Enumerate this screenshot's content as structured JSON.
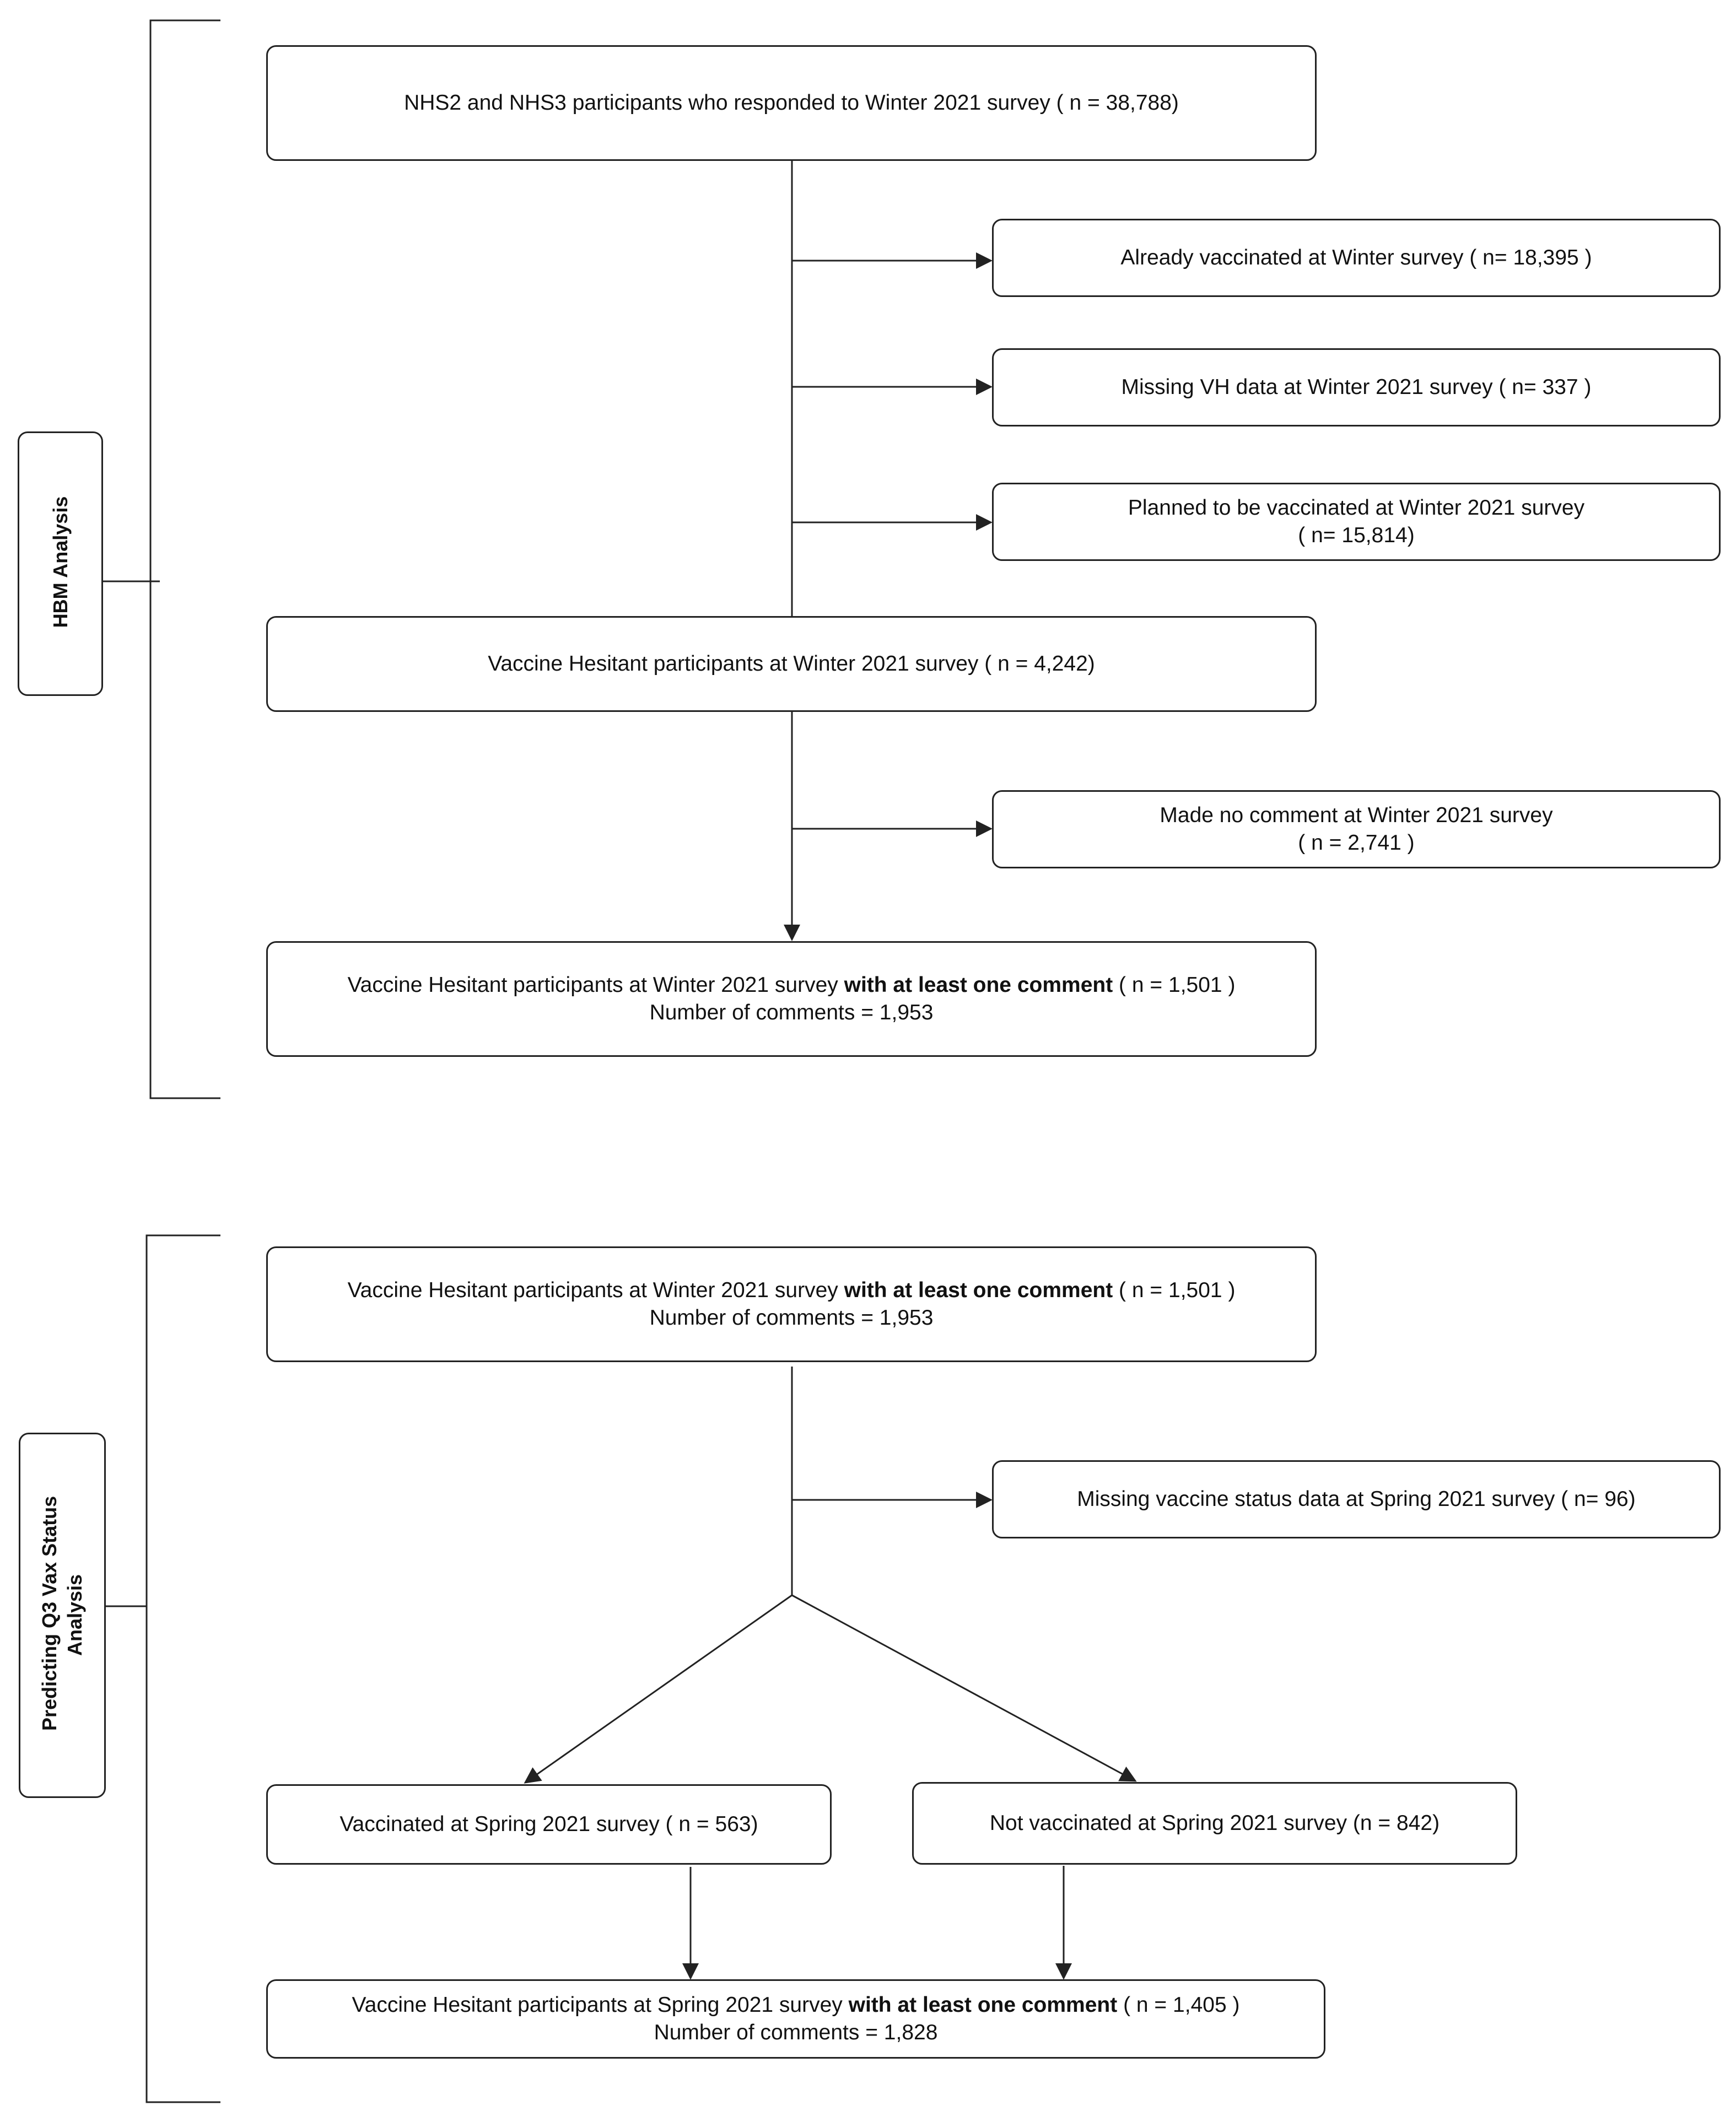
{
  "sections": [
    {
      "label": "HBM Analysis"
    },
    {
      "label_line1": "Predicting Q3 Vax Status",
      "label_line2": "Analysis"
    }
  ],
  "boxes": {
    "winter_all": "NHS2 and NHS3 participants who responded to Winter 2021 survey ( n =  38,788)",
    "already_vaccinated": "Already vaccinated at Winter survey ( n= 18,395 )",
    "missing_vh": "Missing VH data at Winter 2021 survey ( n= 337 )",
    "planned_line1": "Planned to be vaccinated at Winter 2021 survey",
    "planned_line2": "( n= 15,814)",
    "vh_winter": "Vaccine Hesitant participants at Winter 2021 survey ( n =  4,242)",
    "no_comment_line1": "Made no comment at Winter 2021 survey",
    "no_comment_line2": "( n = 2,741 )",
    "vh_comment_pre": "Vaccine Hesitant participants at Winter 2021 survey ",
    "vh_comment_bold": "with at least one comment",
    "vh_comment_post": " ( n = 1,501 )",
    "vh_comment_count": "Number of comments = 1,953",
    "missing_status": "Missing vaccine status data at Spring 2021 survey ( n= 96)",
    "vaccinated_spring": "Vaccinated at Spring 2021 survey ( n = 563)",
    "not_vaccinated_spring": "Not vaccinated at Spring 2021 survey (n = 842)",
    "spring_comment_pre": "Vaccine Hesitant participants at Spring 2021 survey ",
    "spring_comment_bold": "with at least one comment",
    "spring_comment_post": " ( n = 1,405 )",
    "spring_comment_count": "Number of comments = 1,828"
  }
}
